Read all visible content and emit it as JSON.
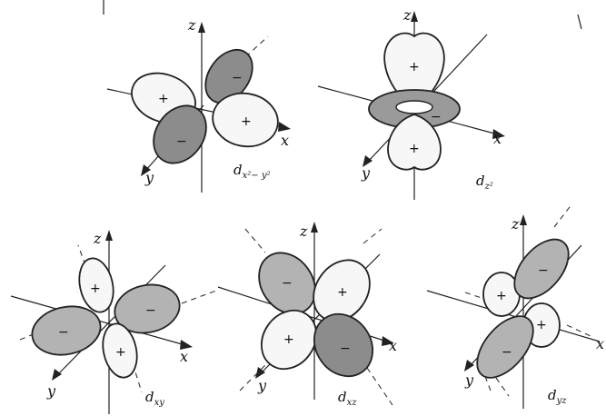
{
  "axes": {
    "x": "x",
    "y": "y",
    "z": "z"
  },
  "signs": {
    "plus": "+",
    "minus": "−"
  },
  "orbitals": [
    {
      "id": "dx2-y2",
      "base": "d",
      "sub": "x²− y²"
    },
    {
      "id": "dz2",
      "base": "d",
      "sub": "z²"
    },
    {
      "id": "dxy",
      "base": "d",
      "sub": "xy"
    },
    {
      "id": "dxz",
      "base": "d",
      "sub": "xz"
    },
    {
      "id": "dyz",
      "base": "d",
      "sub": "yz"
    }
  ],
  "colors": {
    "light_lobe": "#f7f7f7",
    "dark_lobe": "#8c8c8c",
    "outline": "#222222"
  }
}
